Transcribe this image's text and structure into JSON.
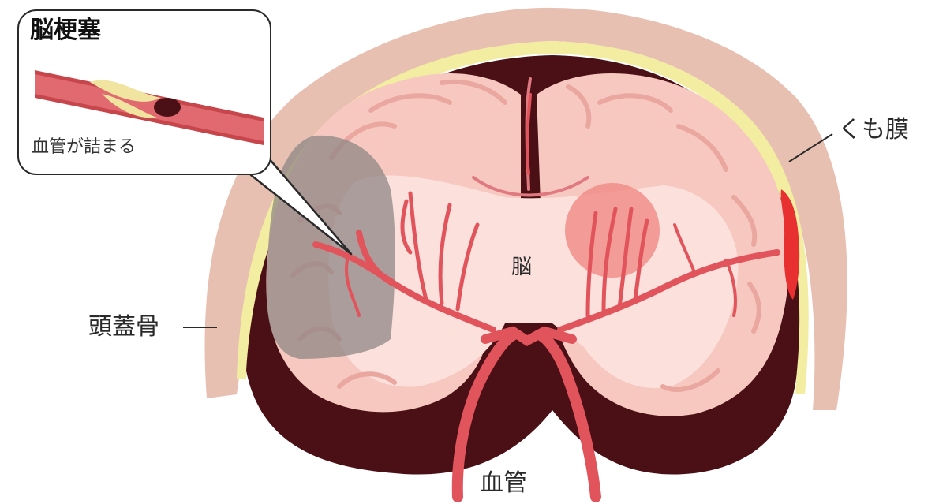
{
  "callout": {
    "title": "脳梗塞",
    "caption": "血管が詰まる"
  },
  "labels": {
    "brain": "脳",
    "arachnoid": "くも膜",
    "skull": "頭蓋骨",
    "vessel": "血管"
  },
  "colors": {
    "skull": "#e8c0b2",
    "membrane_yellow": "#f2eda0",
    "dark_space": "#4a1016",
    "brain_outer": "#f7c8c0",
    "brain_inner": "#fbe0dc",
    "vessel": "#e2545c",
    "infarct_gray": "#8f8785",
    "hemorrhage": "#e83030"
  }
}
